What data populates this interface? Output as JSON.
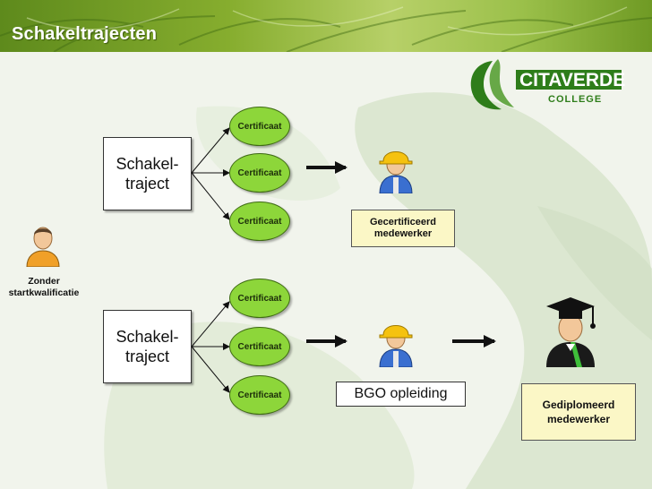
{
  "slide": {
    "title": "Schakeltrajecten"
  },
  "logo": {
    "name": "CITAVERDE",
    "sub": "COLLEGE"
  },
  "diagram": {
    "start_label": "Zonder startkwalificatie",
    "schakel_label": "Schakel-traject",
    "certificaat_label": "Certificaat",
    "outcome_top": "Gecertificeerd medewerker",
    "bgo_label": "BGO opleiding",
    "outcome_bottom": "Gediplomeerd medewerker"
  },
  "colors": {
    "header": "#7ba428",
    "certificate_fill": "#8dd63a",
    "scroll_fill": "#fbf7c6",
    "logo_green": "#2e7d1a"
  }
}
